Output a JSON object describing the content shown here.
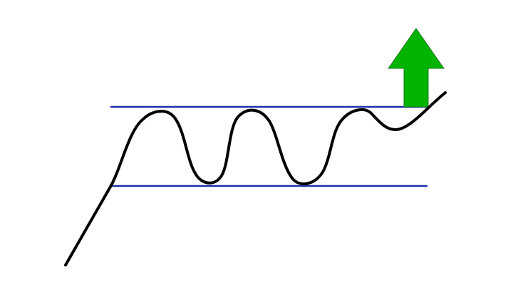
{
  "diagram": {
    "kind": "rectangle-breakout-pattern",
    "line_color": "#000000",
    "band_color": "#1f2fa6",
    "arrow_fill": "#00b400",
    "arrow_stroke": "#1f7a1f",
    "arrow_direction": "up",
    "elements": [
      "price-line",
      "resistance-line",
      "support-line",
      "breakout-arrow"
    ]
  }
}
